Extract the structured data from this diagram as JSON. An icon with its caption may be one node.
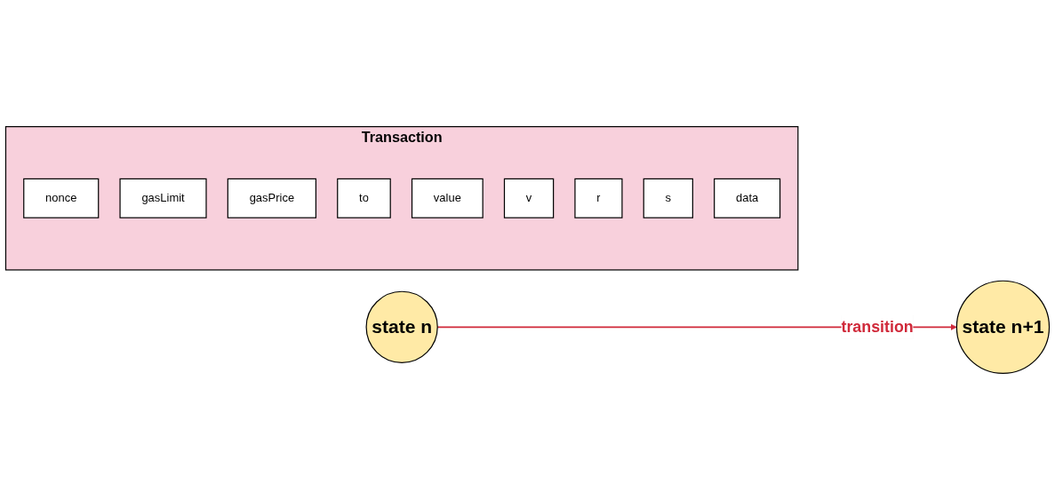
{
  "diagram": {
    "nodes": [
      {
        "text": [
          "Transaction"
        ]
      },
      {
        "text": [
          "nonce"
        ],
        "in": 0
      },
      {
        "text": [
          "gasLimit"
        ],
        "in": 0
      },
      {
        "text": [
          "gasPrice"
        ],
        "in": 0
      },
      {
        "text": [
          "to"
        ],
        "in": 0
      },
      {
        "text": [
          "value"
        ],
        "in": 0
      },
      {
        "text": [
          "v"
        ],
        "in": 0
      },
      {
        "text": [
          "r"
        ],
        "in": 0
      },
      {
        "text": [
          "s"
        ],
        "in": 0
      },
      {
        "text": [
          "data"
        ],
        "in": 0
      },
      {
        "text": [
          "state n"
        ]
      },
      {
        "text": [
          "state n+1"
        ]
      }
    ],
    "edges": [
      {
        "from": 10,
        "to": 11,
        "arrow": "to",
        "label": "transition",
        "color": "#d0293a"
      }
    ]
  }
}
